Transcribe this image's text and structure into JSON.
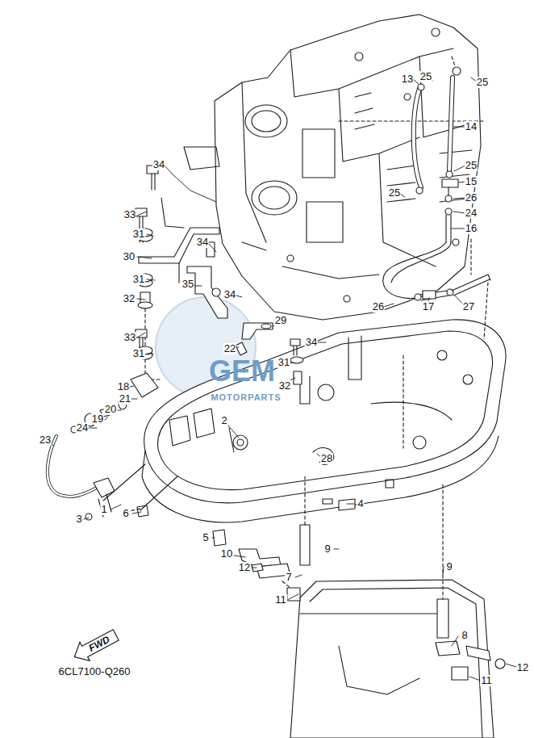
{
  "diagram": {
    "nodes": [
      {
        "text": [
          "FWD"
        ]
      }
    ],
    "edges": [],
    "labels": [
      "34",
      "33",
      "31",
      "30",
      "31",
      "32",
      "34",
      "35",
      "34",
      "33",
      "31",
      "29",
      "34",
      "22",
      "31",
      "32",
      "18",
      "21",
      "20",
      "19",
      "24",
      "23",
      "2",
      "28",
      "1",
      "3",
      "6",
      "4",
      "5",
      "10",
      "9",
      "12",
      "7",
      "11",
      "13",
      "25",
      "25",
      "14",
      "25",
      "15",
      "25",
      "26",
      "24",
      "16",
      "26",
      "17",
      "27",
      "9",
      "8",
      "12",
      "11",
      "GEM",
      "MOTORPARTS",
      "6CL7100-Q260"
    ]
  }
}
